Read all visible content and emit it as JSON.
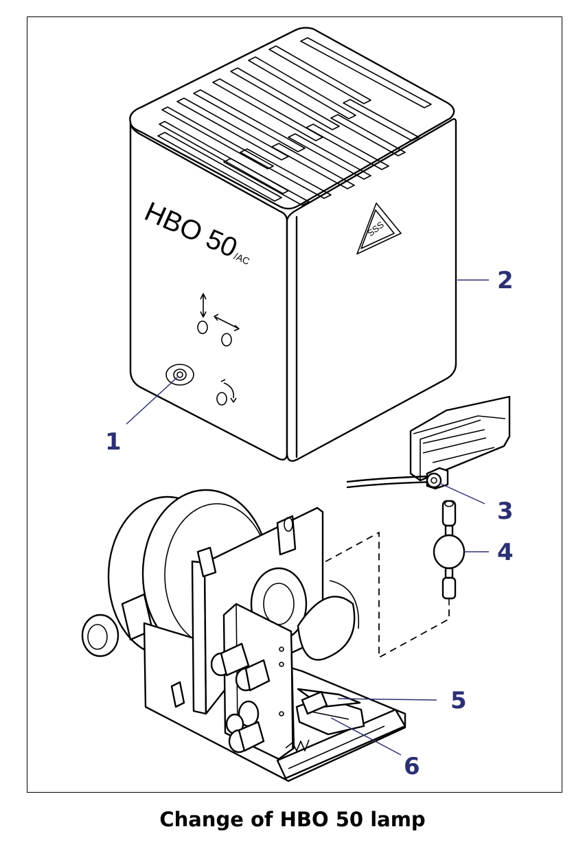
{
  "caption": "Change of HBO 50 lamp",
  "housing_label": "HBO 50",
  "housing_label_suffix": "/AC",
  "badge_text": "SSS",
  "callouts": [
    "1",
    "2",
    "3",
    "4",
    "5",
    "6"
  ],
  "colors": {
    "callout": "#2b2f73",
    "line": "#000000",
    "background": "#ffffff"
  }
}
